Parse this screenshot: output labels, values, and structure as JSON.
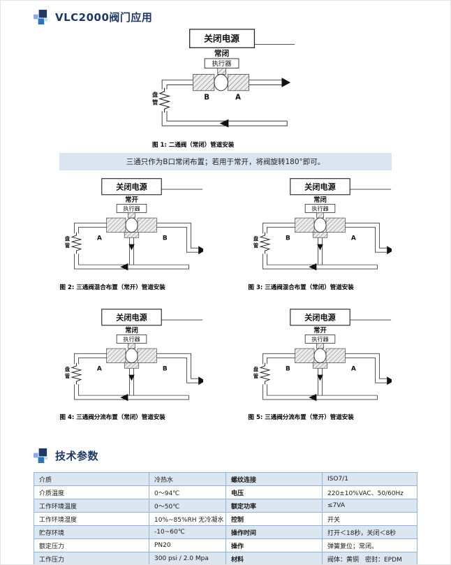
{
  "header": {
    "title": "VLC2000阀门应用"
  },
  "section2": {
    "title": "技术参数"
  },
  "note": {
    "text": "三通只作为B口常闭布置；若用于常开，将阀旋转180°即可。"
  },
  "labels": {
    "power": "关闭电源",
    "actuator": "执行器",
    "coil_top": "盘",
    "coil_bottom": "管"
  },
  "figures": [
    {
      "state": "常闭",
      "port_left": "B",
      "port_right": "A",
      "caption": "图 1: 二通阀（常闭）管道安装"
    },
    {
      "state": "常开",
      "port_left": "A",
      "port_right": "B",
      "caption": "图 2: 三通阀混合布置（常开）管道安装"
    },
    {
      "state": "常闭",
      "port_left": "B",
      "port_right": "A",
      "caption": "图 3: 三通阀混合布置（常闭）管道安装"
    },
    {
      "state": "常闭",
      "port_left": "A",
      "port_right": "B",
      "caption": "图 4: 三通阀分流布置（常闭）管道安装"
    },
    {
      "state": "常开",
      "port_left": "B",
      "port_right": "A",
      "caption": "图 5: 三通阀分流布置（常开）管道安装"
    }
  ],
  "colors": {
    "accent": "#1F3864",
    "note_bg": "#DBE5F1",
    "row_bg": "#DCE6F1",
    "table_border": "#95B3D7"
  },
  "specs": {
    "rows": [
      {
        "p1": "介质",
        "v1": "冷热水",
        "p2": "螺纹连接",
        "v2": "ISO7/1"
      },
      {
        "p1": "介质温度",
        "v1": "0～94℃",
        "p2": "电压",
        "v2": "220±10%VAC、50/60Hz"
      },
      {
        "p1": "工作环境温度",
        "v1": "0～50℃",
        "p2": "额定功率",
        "v2": "≤7VA"
      },
      {
        "p1": "工作环境湿度",
        "v1": "10%~85%RH 无冷凝水",
        "p2": "控制",
        "v2": "开关"
      },
      {
        "p1": "贮存环境",
        "v1": "-10~60℃",
        "p2": "操作时间",
        "v2": "打开＜18秒，关闭＜8秒"
      },
      {
        "p1": "额定压力",
        "v1": "PN20",
        "p2": "操作",
        "v2": "弹簧复位；常闭。"
      },
      {
        "p1": "工作压力",
        "v1": "300 psi / 2.0 Mpa",
        "p2": "材料",
        "v2": "阀体：黄铜　密封：EPDM"
      }
    ]
  }
}
